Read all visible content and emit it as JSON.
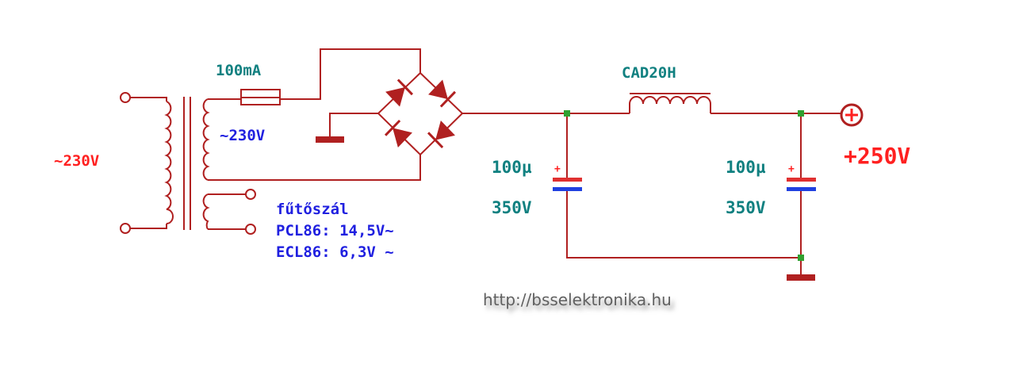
{
  "colors": {
    "wire": "#b02020",
    "red_label": "#ff2020",
    "blue_label": "#2020e0",
    "teal_label": "#108080",
    "junction": "#30a030",
    "cap_plus_plate": "#e03030",
    "cap_minus_plate": "#2040e0",
    "watermark": "#606060"
  },
  "labels": {
    "mains_input": "~230V",
    "secondary_voltage": "~230V",
    "fuse_rating": "100mA",
    "heater_title": "fűtőszál",
    "heater_pcl": "PCL86: 14,5V~",
    "heater_ecl": "ECL86: 6,3V ~",
    "choke": "CAD20H",
    "cap1_value": "100µ",
    "cap1_voltage": "350V",
    "cap2_value": "100µ",
    "cap2_voltage": "350V",
    "output_voltage": "+250V",
    "plus_sign": "+",
    "url": "http://bsselektronika.hu"
  },
  "icons": {
    "output_terminal": "circled-plus-icon",
    "diodes": "diode-icon",
    "ground": "ground-icon",
    "choke": "inductor-icon",
    "fuse": "fuse-icon",
    "transformer": "transformer-icon"
  }
}
